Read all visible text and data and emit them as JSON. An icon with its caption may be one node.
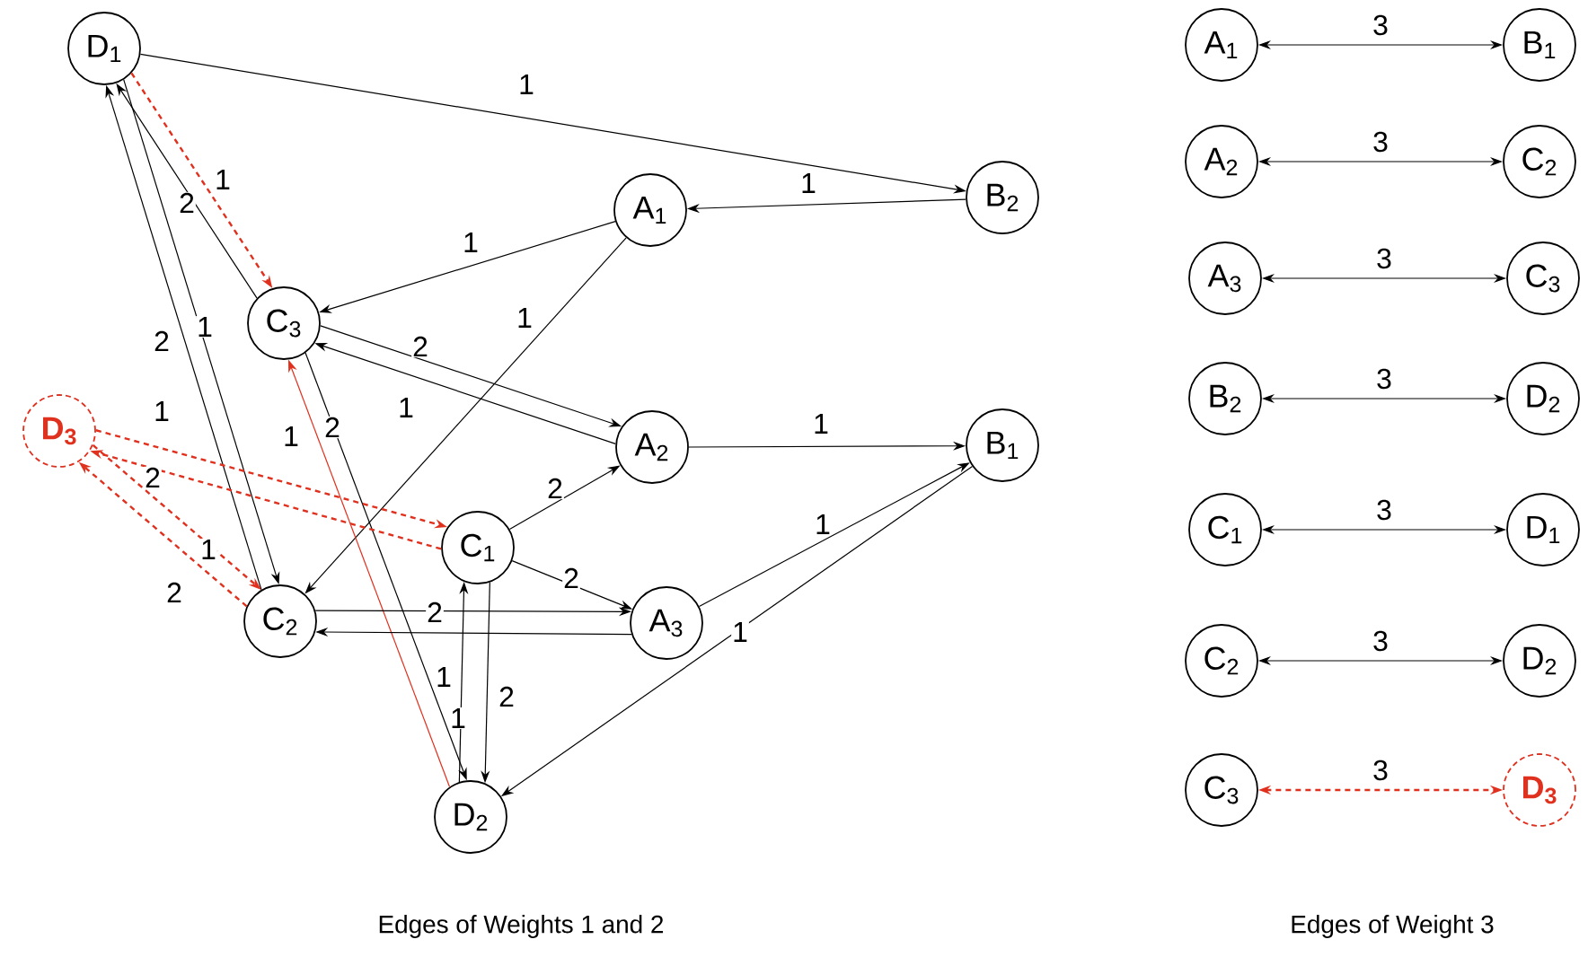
{
  "diagram": {
    "nodes": [
      {
        "text": [
          "D$_{1}$"
        ]
      },
      {
        "text": [
          "B$_{2}$"
        ]
      },
      {
        "text": [
          "A$_{1}$"
        ]
      },
      {
        "text": [
          "C$_{3}$"
        ]
      },
      {
        "text": [
          "D$_{3}$"
        ]
      },
      {
        "text": [
          "A$_{2}$"
        ]
      },
      {
        "text": [
          "B$_{1}$"
        ]
      },
      {
        "text": [
          "C$_{1}$"
        ]
      },
      {
        "text": [
          "C$_{2}$"
        ]
      },
      {
        "text": [
          "A$_{3}$"
        ]
      },
      {
        "text": [
          "D$_{2}$"
        ]
      },
      {
        "text": [
          "A$_{1}$"
        ]
      },
      {
        "text": [
          "B$_{1}$"
        ]
      },
      {
        "text": [
          "A$_{2}$"
        ]
      },
      {
        "text": [
          "C$_{2}$"
        ]
      },
      {
        "text": [
          "A$_{3}$"
        ]
      },
      {
        "text": [
          "C$_{3}$"
        ]
      },
      {
        "text": [
          "B$_{2}$"
        ]
      },
      {
        "text": [
          "D$_{2}$"
        ]
      },
      {
        "text": [
          "C$_{1}$"
        ]
      },
      {
        "text": [
          "D$_{1}$"
        ]
      },
      {
        "text": [
          "C$_{2}$"
        ]
      },
      {
        "text": [
          "D$_{2}$"
        ]
      },
      {
        "text": [
          "C$_{3}$"
        ]
      },
      {
        "text": [
          "D$_{3}$"
        ]
      }
    ],
    "edges": [
      {
        "from": 0,
        "to": 1,
        "arrow": "to",
        "label": "1"
      },
      {
        "from": 1,
        "to": 2,
        "arrow": "to",
        "label": "1"
      },
      {
        "from": 2,
        "to": 3,
        "arrow": "to",
        "label": "1"
      },
      {
        "from": 2,
        "to": 8,
        "arrow": "to",
        "label": "1"
      },
      {
        "from": 0,
        "to": 3,
        "arrow": "to",
        "label": "1",
        "style": "dashed",
        "color": "#e0301e"
      },
      {
        "from": 3,
        "to": 0,
        "arrow": "to",
        "label": "2"
      },
      {
        "from": 8,
        "to": 0,
        "arrow": "to",
        "label": "2"
      },
      {
        "from": 0,
        "to": 8,
        "arrow": "to",
        "label": "1"
      },
      {
        "from": 3,
        "to": 5,
        "arrow": "to",
        "label": "2"
      },
      {
        "from": 5,
        "to": 3,
        "arrow": "to",
        "label": "1"
      },
      {
        "from": 3,
        "to": 10,
        "arrow": "to",
        "label": "2"
      },
      {
        "from": 10,
        "to": 3,
        "arrow": "to",
        "label": "1",
        "color": "#e0301e"
      },
      {
        "from": 4,
        "to": 7,
        "arrow": "to",
        "label": "1",
        "style": "dashed",
        "color": "#e0301e"
      },
      {
        "from": 7,
        "to": 4,
        "arrow": "to",
        "label": "2",
        "style": "dashed",
        "color": "#e0301e"
      },
      {
        "from": 4,
        "to": 8,
        "arrow": "to",
        "label": "1",
        "style": "dashed",
        "color": "#e0301e"
      },
      {
        "from": 8,
        "to": 4,
        "arrow": "to",
        "label": "2",
        "style": "dashed",
        "color": "#e0301e"
      },
      {
        "from": 7,
        "to": 5,
        "arrow": "to",
        "label": "2"
      },
      {
        "from": 7,
        "to": 9,
        "arrow": "to",
        "label": "2"
      },
      {
        "from": 8,
        "to": 9,
        "arrow": "to",
        "label": "2"
      },
      {
        "from": 9,
        "to": 8,
        "arrow": "to",
        "label": "1"
      },
      {
        "from": 5,
        "to": 6,
        "arrow": "to",
        "label": "1"
      },
      {
        "from": 9,
        "to": 6,
        "arrow": "to",
        "label": "1"
      },
      {
        "from": 6,
        "to": 10,
        "arrow": "to",
        "label": "1"
      },
      {
        "from": 10,
        "to": 7,
        "arrow": "to",
        "label": "1"
      },
      {
        "from": 7,
        "to": 10,
        "arrow": "to",
        "label": "2"
      },
      {
        "from": 11,
        "to": 12,
        "arrow": "both",
        "label": "3"
      },
      {
        "from": 13,
        "to": 14,
        "arrow": "both",
        "label": "3"
      },
      {
        "from": 15,
        "to": 16,
        "arrow": "both",
        "label": "3"
      },
      {
        "from": 17,
        "to": 18,
        "arrow": "both",
        "label": "3"
      },
      {
        "from": 19,
        "to": 20,
        "arrow": "both",
        "label": "3"
      },
      {
        "from": 21,
        "to": 22,
        "arrow": "both",
        "label": "3"
      },
      {
        "from": 23,
        "to": 24,
        "arrow": "both",
        "label": "3",
        "style": "dashed",
        "color": "#e0301e"
      }
    ],
    "labels": [
      "Edges of Weights 1 and 2",
      "Edges of Weight 3"
    ]
  }
}
